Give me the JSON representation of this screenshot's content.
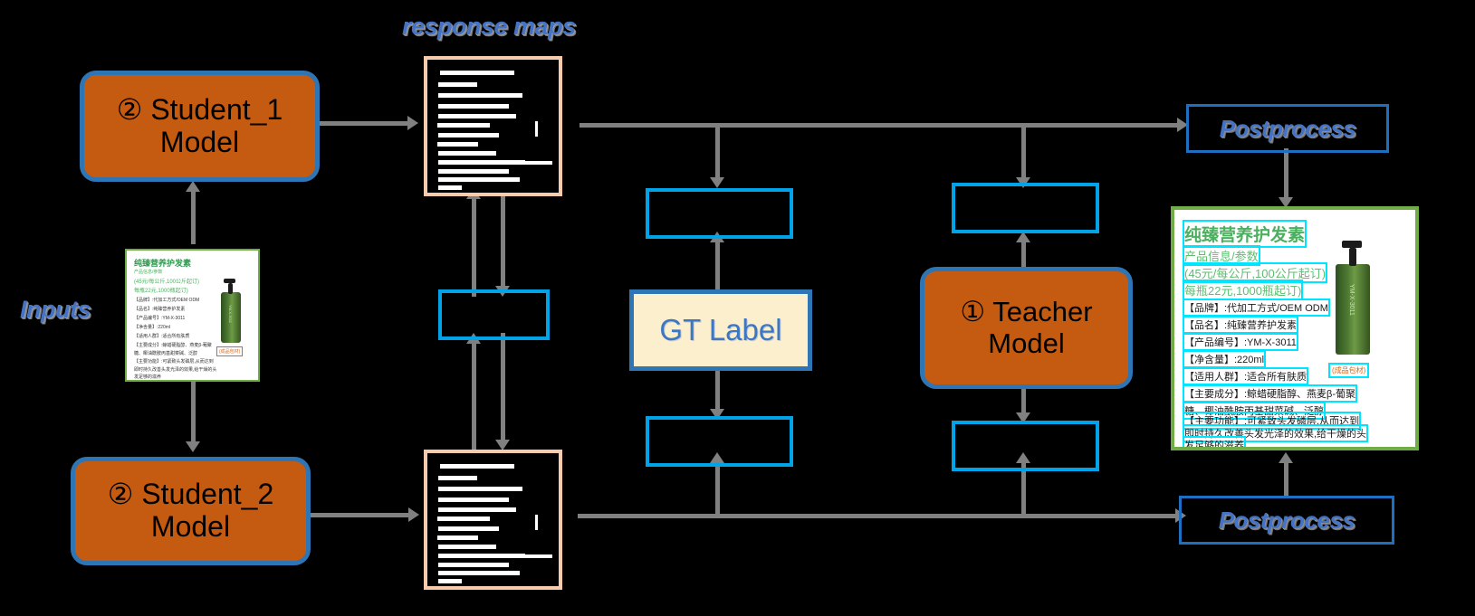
{
  "figure": {
    "labels": {
      "response_maps": "response maps",
      "inputs": "Inputs"
    },
    "colors": {
      "model_fill": "#C55A11",
      "model_border": "#2E75B6",
      "gt_fill": "#FCEFCD",
      "loss_box_border": "#00A2E8",
      "response_map_border": "#F8CBAD",
      "label_blue": "#4472C4",
      "arrow_gray": "#808080",
      "card_border_green": "#70AD47",
      "ocr_highlight": "#00E5FF"
    },
    "nodes": {
      "student1": {
        "marker": "②",
        "line1": "Student_1",
        "line2": "Model"
      },
      "student2": {
        "marker": "②",
        "line1": "Student_2",
        "line2": "Model"
      },
      "teacher": {
        "marker": "①",
        "line1": "Teacher",
        "line2": "Model"
      },
      "gt_label": "GT Label",
      "postprocess_top": "Postprocess",
      "postprocess_bottom": "Postprocess",
      "loss_boxes": [
        {
          "name": "loss-box-response-mid",
          "text": ""
        },
        {
          "name": "loss-box-gt-top",
          "text": ""
        },
        {
          "name": "loss-box-teacher-top",
          "text": ""
        },
        {
          "name": "loss-box-gt-bottom",
          "text": ""
        },
        {
          "name": "loss-box-teacher-bottom",
          "text": ""
        }
      ]
    },
    "input_card": {
      "title": "纯臻营养护发素",
      "subtitle": "产品信息/参数",
      "price1": "(45元/每公斤,100公斤起订)",
      "price2": "每瓶22元,1000瓶起订)",
      "rows": [
        "【品牌】:代加工方式/OEM ODM",
        "【品名】:纯臻营养护发素",
        "【产品编号】:YM-X-3011",
        "【净含量】:220ml",
        "【适用人群】:适合所有肤质",
        "【主要成分】:鲸蜡硬脂醇、燕麦β-葡聚",
        "糖、椰油酰胺丙基甜菜碱、泛醇",
        "【主要功能】:可紧致头发磷层,从而达到",
        "即时持久改善头发光泽的效果,给干燥的头",
        "发足够的滋养"
      ],
      "bottle_label": "YM-X-3011",
      "bottle_caption": "(成品包材)"
    },
    "ocr_card": {
      "title": "纯臻营养护发素",
      "subtitle": "产品信息/参数",
      "price1": "(45元/每公斤,100公斤起订)",
      "price2": "每瓶22元,1000瓶起订)",
      "rows": [
        "【品牌】:代加工方式/OEM ODM",
        "【品名】:纯臻营养护发素",
        "【产品编号】:YM-X-3011",
        "【净含量】:220ml",
        "【适用人群】:适合所有肤质",
        "【主要成分】:鲸蜡硬脂醇、燕麦β-葡聚",
        "糖、椰油酰胺丙基甜菜碱、泛醇",
        "【主要功能】:可紧致头发磷层,从而达到",
        "即时持久改善头发光泽的效果,给干燥的头",
        "发足够的滋养"
      ],
      "bottle_label": "YM-X-3011",
      "bottle_caption": "(成品包材)"
    }
  }
}
